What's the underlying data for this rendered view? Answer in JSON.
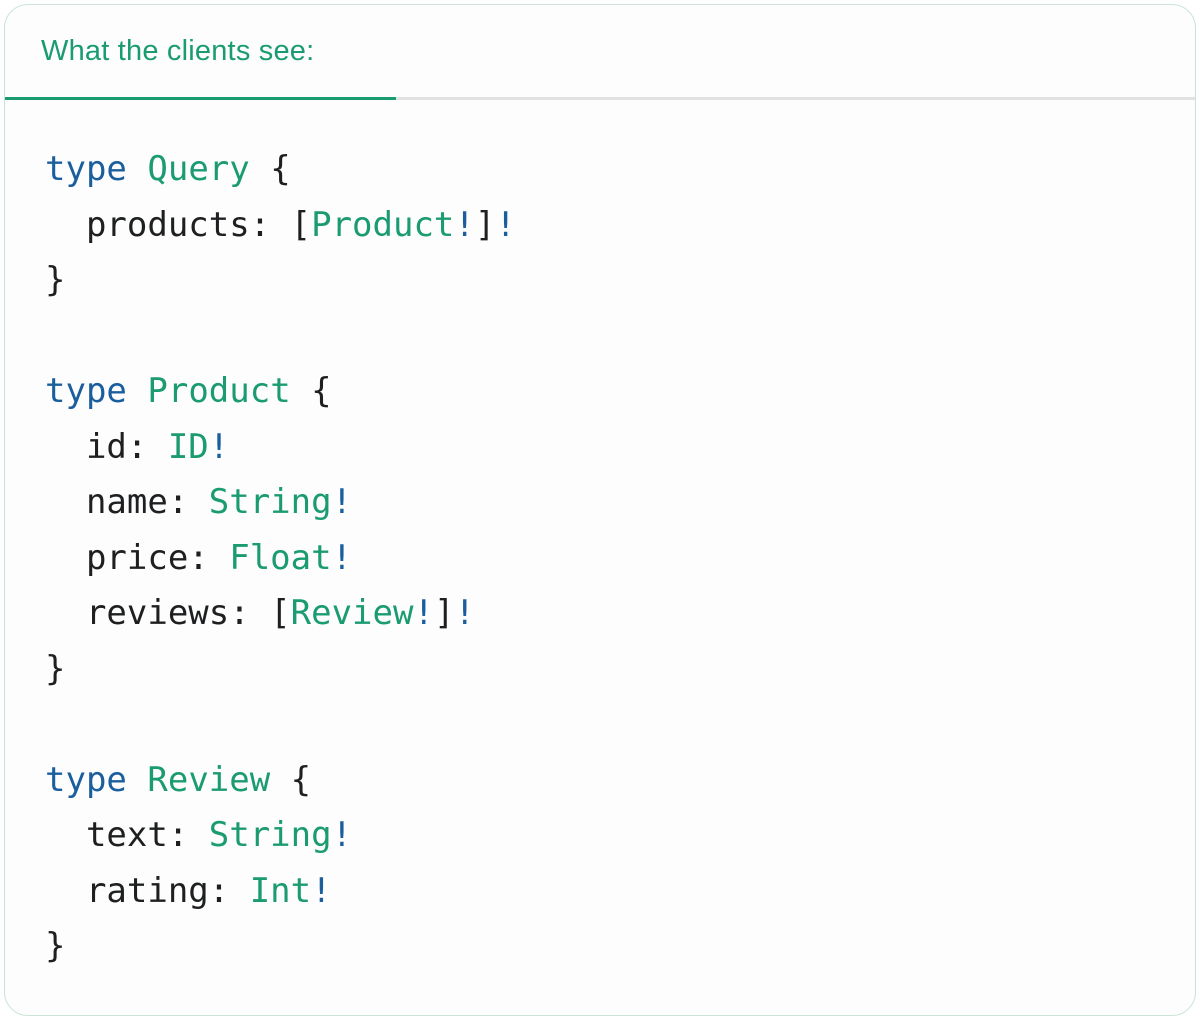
{
  "panel": {
    "tab_label": "What the clients see:"
  },
  "colors": {
    "accent-green": "#1a9b72",
    "keyword-blue": "#1b5e9e",
    "code-ink": "#1d1f21",
    "divider-gray": "#e2e2e2",
    "card-border": "#cbe4d5",
    "card-bg": "#fdfdfd"
  },
  "code": {
    "language": "graphql-sdl",
    "lines": [
      [
        {
          "t": "type",
          "c": "keyword"
        },
        {
          "t": " ",
          "c": "plain"
        },
        {
          "t": "Query",
          "c": "typename"
        },
        {
          "t": " {",
          "c": "plain"
        }
      ],
      [
        {
          "t": "  products: [",
          "c": "plain"
        },
        {
          "t": "Product",
          "c": "typename"
        },
        {
          "t": "!",
          "c": "bang"
        },
        {
          "t": "]",
          "c": "plain"
        },
        {
          "t": "!",
          "c": "bang"
        }
      ],
      [
        {
          "t": "}",
          "c": "plain"
        }
      ],
      [],
      [
        {
          "t": "type",
          "c": "keyword"
        },
        {
          "t": " ",
          "c": "plain"
        },
        {
          "t": "Product",
          "c": "typename"
        },
        {
          "t": " {",
          "c": "plain"
        }
      ],
      [
        {
          "t": "  id: ",
          "c": "plain"
        },
        {
          "t": "ID",
          "c": "typename"
        },
        {
          "t": "!",
          "c": "bang"
        }
      ],
      [
        {
          "t": "  name: ",
          "c": "plain"
        },
        {
          "t": "String",
          "c": "typename"
        },
        {
          "t": "!",
          "c": "bang"
        }
      ],
      [
        {
          "t": "  price: ",
          "c": "plain"
        },
        {
          "t": "Float",
          "c": "typename"
        },
        {
          "t": "!",
          "c": "bang"
        }
      ],
      [
        {
          "t": "  reviews: [",
          "c": "plain"
        },
        {
          "t": "Review",
          "c": "typename"
        },
        {
          "t": "!",
          "c": "bang"
        },
        {
          "t": "]",
          "c": "plain"
        },
        {
          "t": "!",
          "c": "bang"
        }
      ],
      [
        {
          "t": "}",
          "c": "plain"
        }
      ],
      [],
      [
        {
          "t": "type",
          "c": "keyword"
        },
        {
          "t": " ",
          "c": "plain"
        },
        {
          "t": "Review",
          "c": "typename"
        },
        {
          "t": " {",
          "c": "plain"
        }
      ],
      [
        {
          "t": "  text: ",
          "c": "plain"
        },
        {
          "t": "String",
          "c": "typename"
        },
        {
          "t": "!",
          "c": "bang"
        }
      ],
      [
        {
          "t": "  rating: ",
          "c": "plain"
        },
        {
          "t": "Int",
          "c": "typename"
        },
        {
          "t": "!",
          "c": "bang"
        }
      ],
      [
        {
          "t": "}",
          "c": "plain"
        }
      ]
    ]
  }
}
